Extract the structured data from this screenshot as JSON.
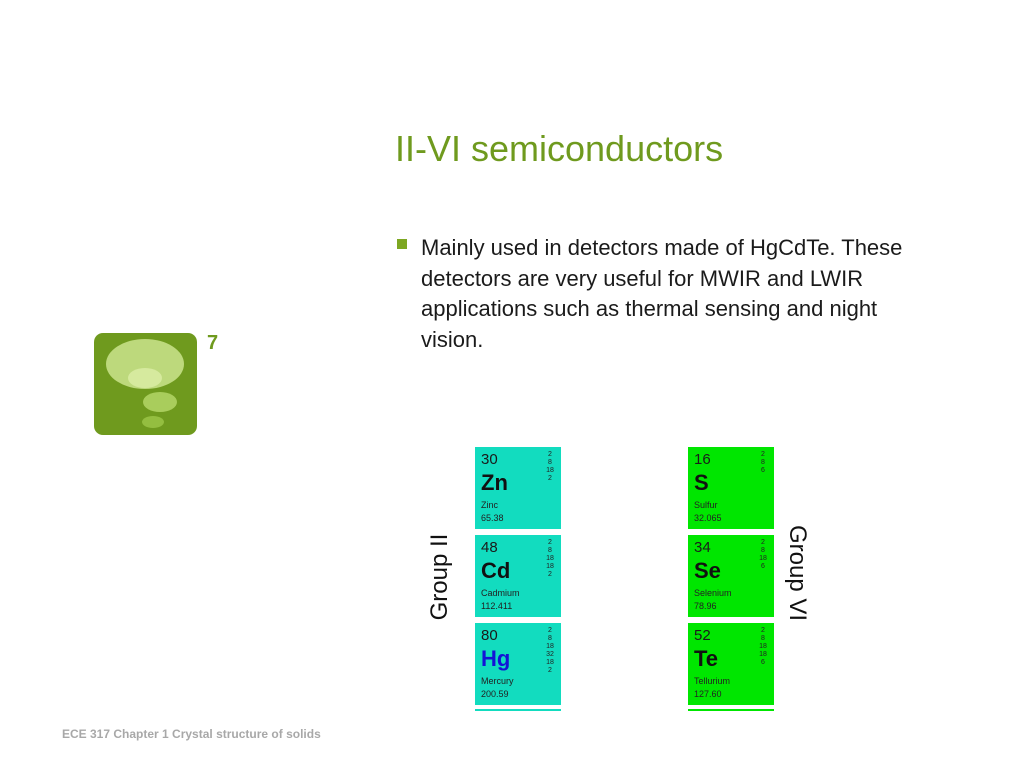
{
  "slide": {
    "title": "II-VI semiconductors",
    "number": "7",
    "bullet": "Mainly used in detectors made of HgCdTe. These detectors are very useful for MWIR and LWIR applications such as thermal sensing and night vision.",
    "footer": "ECE 317 Chapter 1 Crystal structure of solids",
    "accent_color": "#6f9a1e"
  },
  "groups": {
    "left_label": "Group II",
    "right_label": "Group VI"
  },
  "elements": {
    "group2": [
      {
        "number": "30",
        "symbol": "Zn",
        "name": "Zinc",
        "mass": "65.38",
        "shells": [
          "2",
          "8",
          "18",
          "2"
        ],
        "color": "#12dcbf"
      },
      {
        "number": "48",
        "symbol": "Cd",
        "name": "Cadmium",
        "mass": "112.411",
        "shells": [
          "2",
          "8",
          "18",
          "18",
          "2"
        ],
        "color": "#12dcbf"
      },
      {
        "number": "80",
        "symbol": "Hg",
        "name": "Mercury",
        "mass": "200.59",
        "shells": [
          "2",
          "8",
          "18",
          "32",
          "18",
          "2"
        ],
        "color": "#12dcbf",
        "symbol_color": "#1414d6"
      }
    ],
    "group6": [
      {
        "number": "16",
        "symbol": "S",
        "name": "Sulfur",
        "mass": "32.065",
        "shells": [
          "2",
          "8",
          "6"
        ],
        "color": "#00e600"
      },
      {
        "number": "34",
        "symbol": "Se",
        "name": "Selenium",
        "mass": "78.96",
        "shells": [
          "2",
          "8",
          "18",
          "6"
        ],
        "color": "#00e600"
      },
      {
        "number": "52",
        "symbol": "Te",
        "name": "Tellurium",
        "mass": "127.60",
        "shells": [
          "2",
          "8",
          "18",
          "18",
          "6"
        ],
        "color": "#00e600"
      }
    ]
  }
}
